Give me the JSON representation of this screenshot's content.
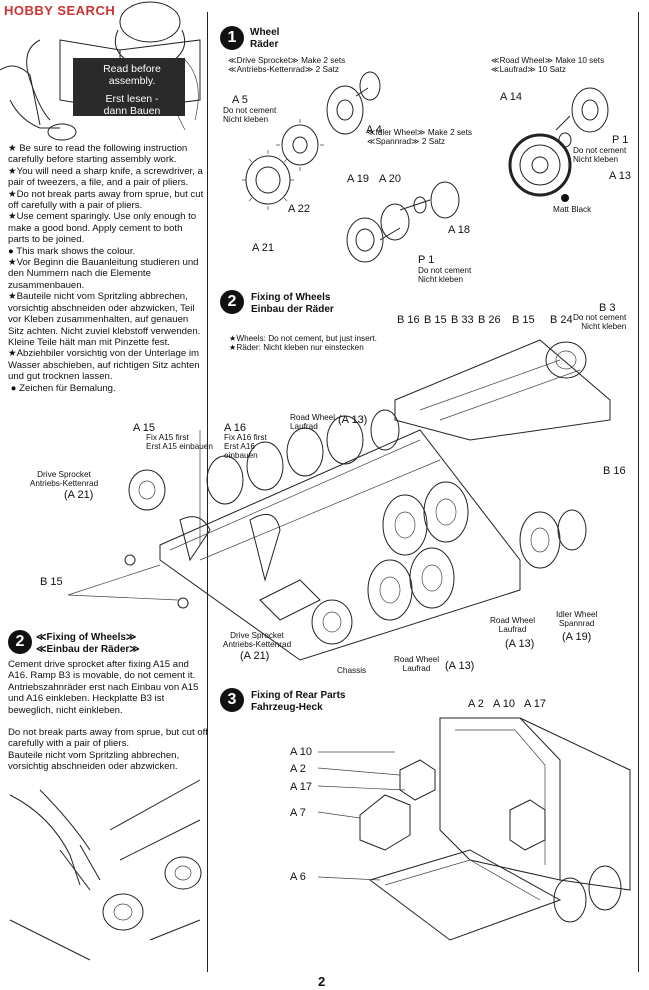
{
  "watermark": "HOBBY SEARCH",
  "intro": {
    "bubble_line1": "Read before",
    "bubble_line2": "assembly.",
    "bubble_line3": "Erst lesen -",
    "bubble_line4": "dann Bauen",
    "en_1": "★ Be sure to read the following instruction carefully before starting assembly work.",
    "en_2": "★You will need a sharp knife, a screwdriver, a pair of tweezers, a file, and a pair of pliers.",
    "en_3": "★Do not break parts away from sprue, but cut off carefully with a pair of pliers.",
    "en_4": "★Use cement sparingly. Use only enough to make a good bond. Apply cement to both parts to be joined.",
    "en_5": "This mark shows the colour.",
    "de_1": "★Vor Beginn die Bauanleitung studieren und den Nummern nach die Elemente zusammenbauen.",
    "de_2": "★Bauteile nicht vom Spritzling abbrechen, vorsichtig abschneiden oder abzwicken, Teil vor Kleben zusammenhalten, auf genauen Sitz achten. Nicht zuviel klebstoff verwenden. Kleine Teile hält man mit Pinzette fest.",
    "de_3": "★Abziehbiler vorsichtig von der Unterlage im Wasser abschieben, auf richtigen Sitz achten und gut trocknen lassen.",
    "de_4": "Zeichen für Bemalung."
  },
  "step1": {
    "number": "1",
    "title_en": "Wheel",
    "title_de": "Räder",
    "drive_en": "≪Drive Sprocket≫ Make 2 sets",
    "drive_de": "≪Antriebs-Kettenrad≫ 2 Satz",
    "idler_en": "≪Idler Wheel≫ Make 2 sets",
    "idler_de": "≪Spannrad≫ 2 Satz",
    "road_en": "≪Road Wheel≫ Make 10 sets",
    "road_de": "≪Laufrad≫ 10 Satz",
    "p_a5": "A 5",
    "nc1_en": "Do not cement",
    "nc1_de": "Nicht kleben",
    "p_a4": "A 4",
    "p_a22": "A 22",
    "p_a21": "A 21",
    "p_a19": "A 19",
    "p_a20": "A 20",
    "p_a18": "A 18",
    "p_p1a": "P 1",
    "nc2_en": "Do not cement",
    "nc2_de": "Nicht kleben",
    "p_a14": "A 14",
    "p_p1b": "P 1",
    "nc3_en": "Do not cement",
    "nc3_de": "Nicht kleben",
    "p_a13": "A 13",
    "matt_black": "Matt Black"
  },
  "step2": {
    "number": "2",
    "title_en": "Fixing of Wheels",
    "title_de": "Einbau der Räder",
    "note_en": "★Wheels: Do not cement, but just insert.",
    "note_de": "★Räder: Nicht kleben nur einstecken",
    "p_b16a": "B 16",
    "p_b15a": "B 15",
    "p_b33": "B 33",
    "p_b26": "B 26",
    "p_b15b": "B 15",
    "p_b24": "B 24",
    "p_b3": "B 3",
    "nc_b3_en": "Do not cement",
    "nc_b3_de": "Nicht kleben",
    "p_b16b": "B 16",
    "a15_label": "A 15",
    "a15_en": "Fix A15 first",
    "a15_de": "Erst A15 einbauen",
    "a16_label": "A 16",
    "a16_en": "Fix A16 first",
    "a16_de1": "Erst A16",
    "a16_de2": "einbauen",
    "rw_top_en": "Road Wheel",
    "rw_top_de": "Laufrad",
    "rw_top_code": "(A 13)",
    "ds_left_en": "Drive Sprocket",
    "ds_left_de": "Antriebs-Kettenrad",
    "ds_left_code": "(A 21)",
    "p_b15_left": "B 15",
    "ds_bot_en": "Drive Sprocket",
    "ds_bot_de": "Antriebs-Kettenrad",
    "ds_bot_code": "(A 21)",
    "chassis": "Chassis",
    "rw_bot_en": "Road Wheel",
    "rw_bot_de": "Laufrad",
    "rw_bot_code": "(A 13)",
    "rw_right_en": "Road Wheel",
    "rw_right_de": "Laufrad",
    "rw_right_code": "(A 13)",
    "idler_en": "Idler Wheel",
    "idler_de": "Spannrad",
    "idler_code": "(A 19)"
  },
  "step2_text": {
    "number": "2",
    "title_en": "≪Fixing of Wheels≫",
    "title_de": "≪Einbau der Räder≫",
    "en": "Cement drive sprocket after fixing A15 and A16. Ramp B3 is movable, do not cement it.",
    "de": "Antriebszahnräder erst nach Einbau von A15 und A16 einkleben. Heckplatte B3 ist beweglich, nicht einkleben.",
    "en2": "Do not break parts away from sprue, but cut off carefully with a pair of pliers.",
    "de2": "Bauteile nicht vom Spritzling abbrechen, vorsichtig abschneiden oder abzwicken."
  },
  "step3": {
    "number": "3",
    "title_en": "Fixing of Rear Parts",
    "title_de": "Fahrzeug-Heck",
    "p_a2_top": "A 2",
    "p_a10_top": "A 10",
    "p_a17_top": "A 17",
    "p_a10": "A 10",
    "p_a2": "A 2",
    "p_a17": "A 17",
    "p_a7": "A 7",
    "p_a6": "A 6"
  },
  "page_number": "2"
}
